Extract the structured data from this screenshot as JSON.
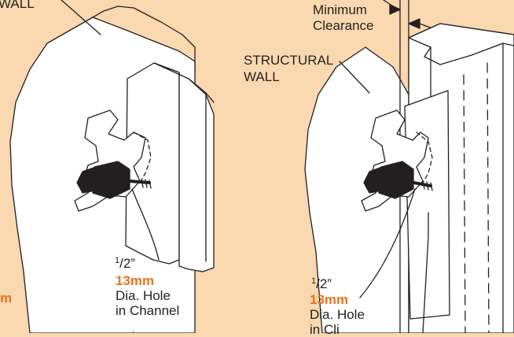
{
  "colors": {
    "background": "#fad8b0",
    "line": "#231f20",
    "accent": "#e8731e",
    "fill_white": "#ffffff"
  },
  "left_figure": {
    "wall_label": "WALL",
    "fraction_num": "1",
    "fraction_den": "/2”",
    "metric": "13mm",
    "hole_line1": "Dia. Hole",
    "hole_line2": "in Channel",
    "cut_metric_fragment": "m"
  },
  "right_figure": {
    "clearance_line1": "Minimum",
    "clearance_line2": "Clearance",
    "wall_line1": "STRUCTURAL",
    "wall_line2": "WALL",
    "fraction_num": "1",
    "fraction_den": "/2”",
    "metric": "13mm",
    "hole_line1": "Dia. Hole",
    "hole_line2": "in Cli"
  }
}
